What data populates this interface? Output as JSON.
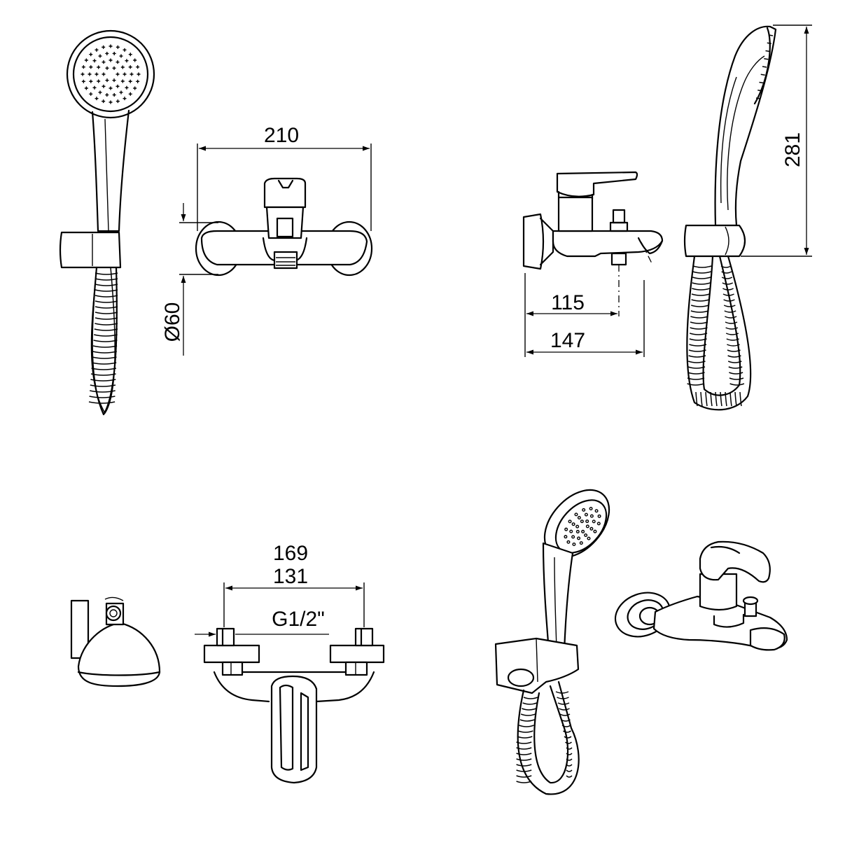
{
  "dimensions": {
    "width_top": "210",
    "diameter": "Ø60",
    "depth_to_outlet": "115",
    "depth_total": "147",
    "height_shower": "281",
    "width_outer_bottom": "169",
    "width_centers_bottom": "131",
    "thread": "G1/2\""
  },
  "colors": {
    "line": "#000000",
    "background": "#ffffff"
  }
}
